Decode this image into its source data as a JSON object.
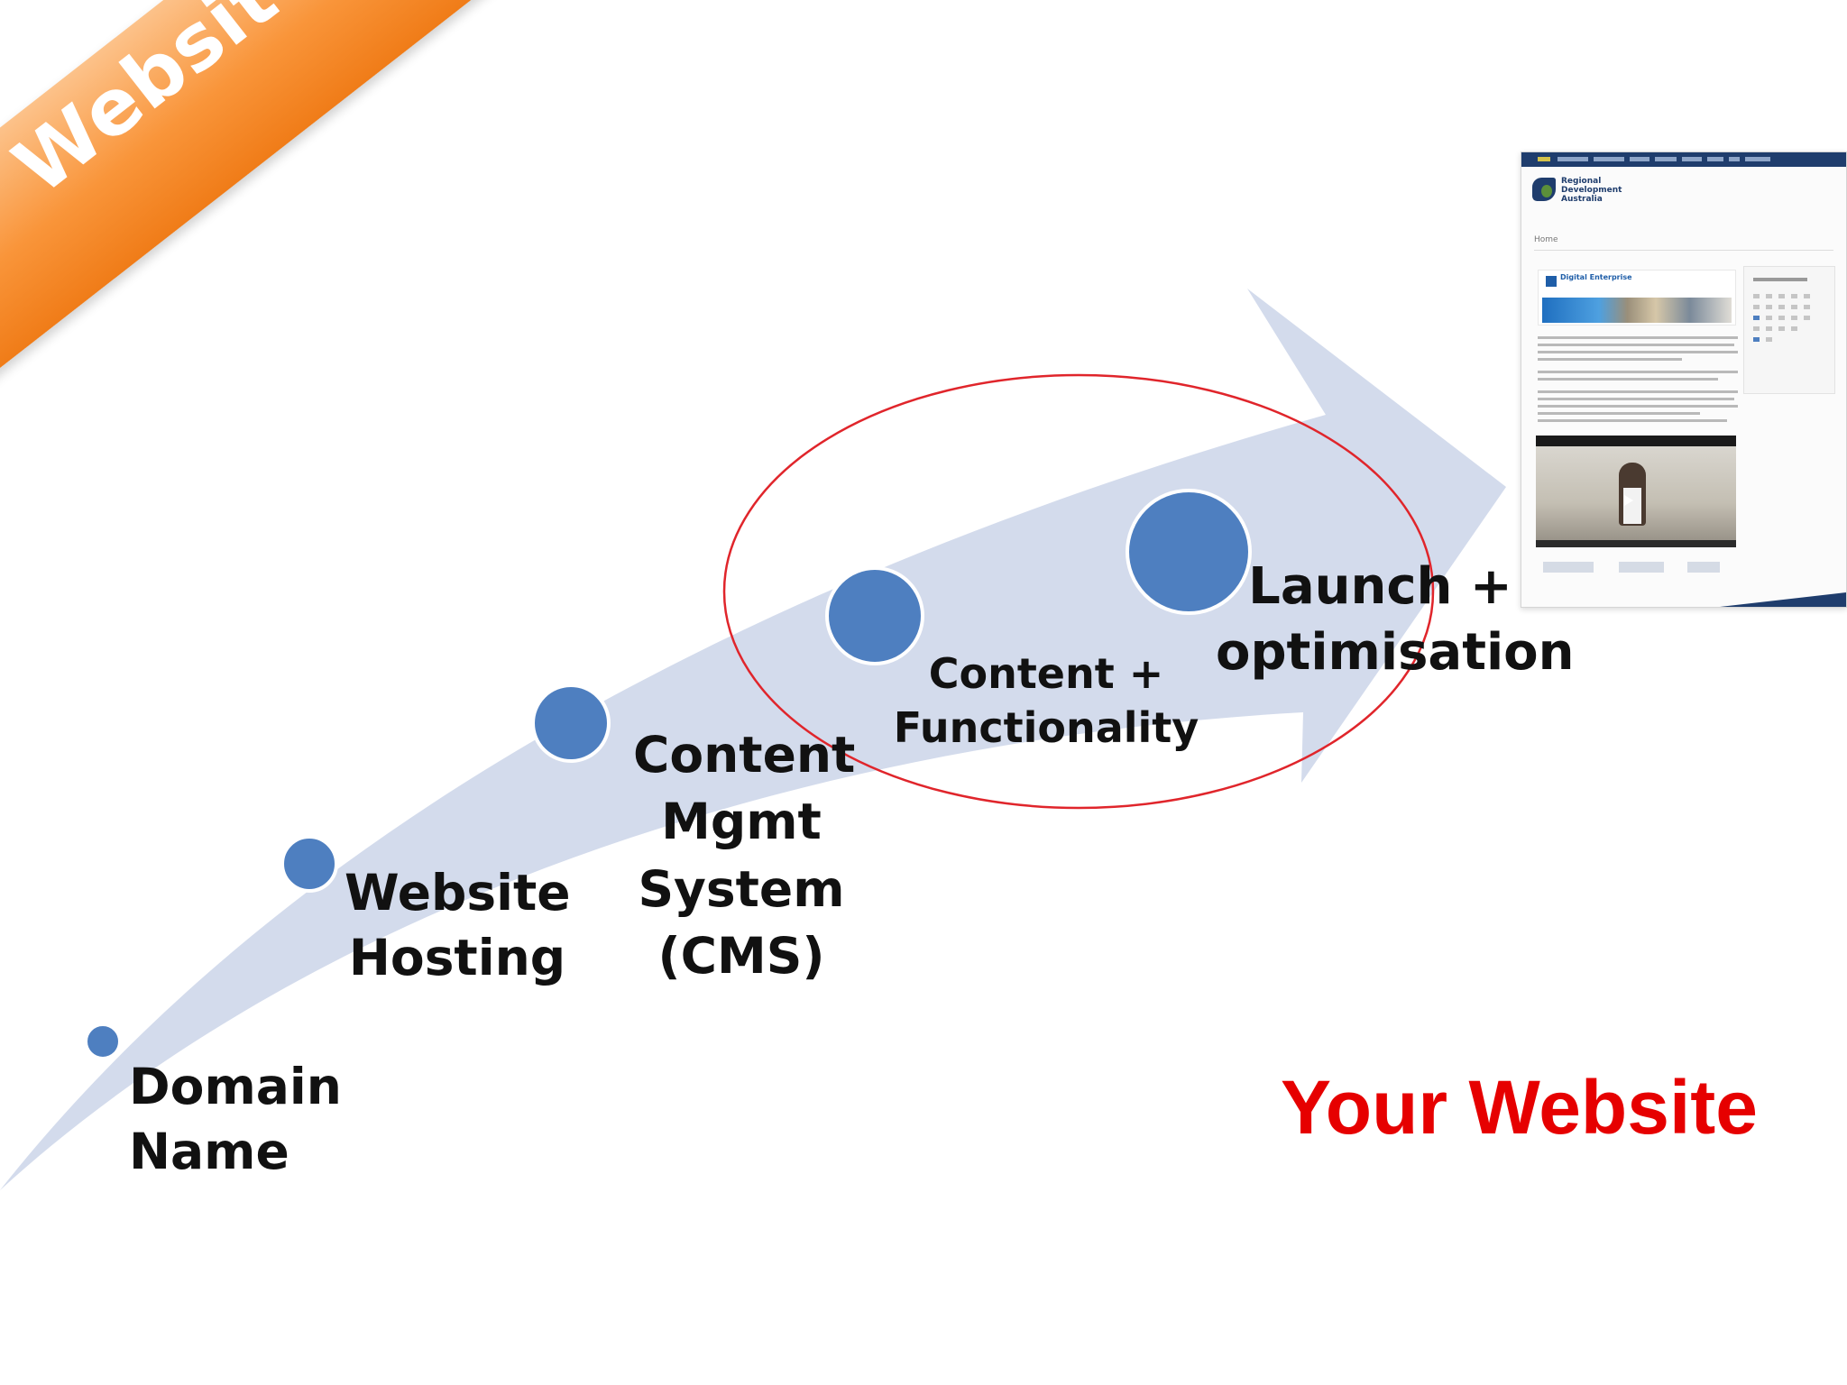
{
  "banner": {
    "title": "Website Components"
  },
  "steps": [
    {
      "label": "Domain\nName"
    },
    {
      "label": "Website\nHosting"
    },
    {
      "label": "Content\nMgmt\nSystem\n(CMS)"
    },
    {
      "label": "Content +\nFunctionality"
    },
    {
      "label": "Launch +\noptimisation"
    }
  ],
  "result_label": "Your Website",
  "thumbnail": {
    "breadcrumb": "Home",
    "logo_text": "Regional\nDevelopment\nAustralia",
    "promo_title": "Digital Enterprise"
  },
  "colors": {
    "arrow": "#d3dbec",
    "node_fill": "#4e7fc0",
    "node_stroke": "#ffffff",
    "banner_orange": "#f9953a",
    "highlight_ellipse": "#e0252b",
    "result_text": "#e60000"
  }
}
